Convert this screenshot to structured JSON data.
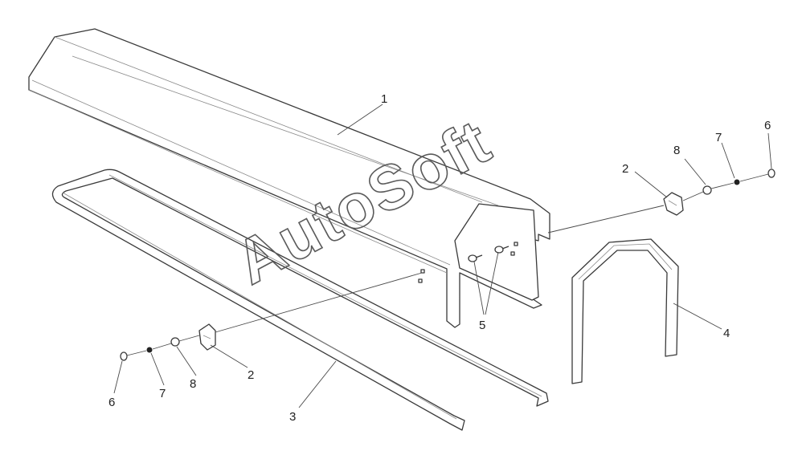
{
  "diagram": {
    "watermark": "AutoSoft",
    "callouts": {
      "part_1": "1",
      "part_2_right": "2",
      "part_2_left": "2",
      "part_3": "3",
      "part_4": "4",
      "part_5": "5",
      "part_6_right": "6",
      "part_6_left": "6",
      "part_7_right": "7",
      "part_7_left": "7",
      "part_8_right": "8",
      "part_8_left": "8"
    },
    "colors": {
      "line": "#3a3a3a",
      "background": "#ffffff",
      "watermark": "#5a5a5a"
    }
  }
}
